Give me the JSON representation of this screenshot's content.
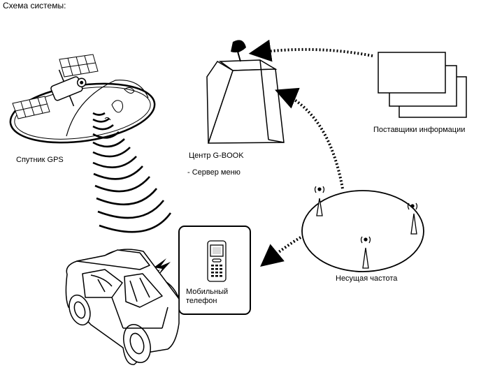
{
  "title": "Схема системы:",
  "labels": {
    "gps": "Спутник GPS",
    "center": "Центр G-BOOK",
    "menu_server": "- Сервер меню",
    "providers": "Поставщики информации",
    "carrier": "Несущая частота",
    "phone_line1": "Мобильный",
    "phone_line2": "телефон"
  },
  "icons": [
    "satellite-icon",
    "globe-icon",
    "dish-antenna-icon",
    "server-building-icon",
    "document-stack-icon",
    "radio-tower-icon",
    "mobile-phone-icon",
    "car-icon",
    "lightning-signal-icon"
  ],
  "colors": {
    "line": "#000000",
    "background": "#ffffff"
  }
}
